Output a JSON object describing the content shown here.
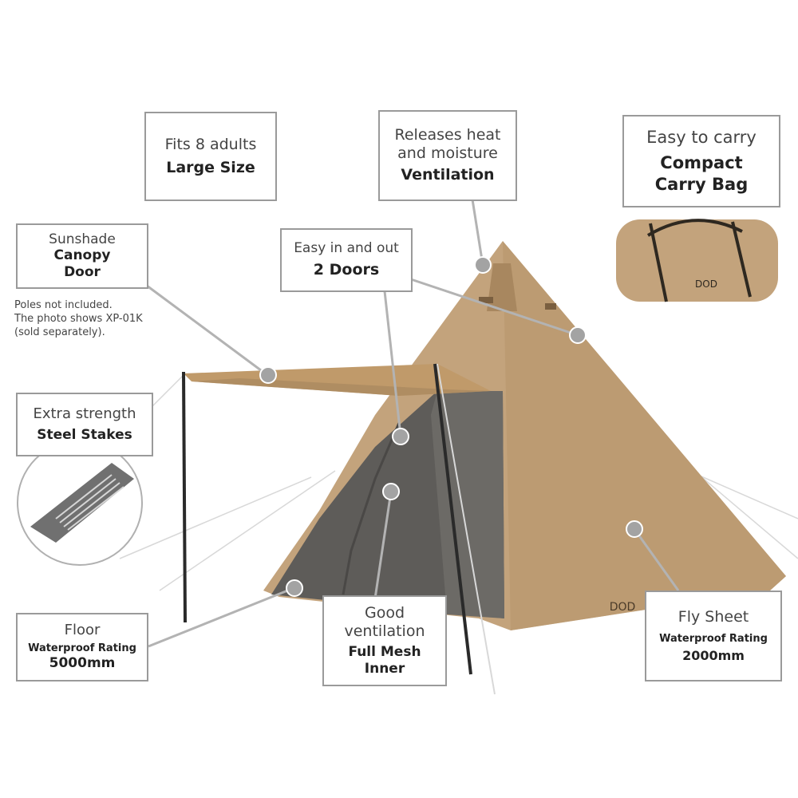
{
  "callouts": {
    "large_size": {
      "subtitle": "Fits 8 adults",
      "title": "Large Size"
    },
    "ventilation": {
      "subtitle_line1": "Releases heat",
      "subtitle_line2": "and moisture",
      "title": "Ventilation"
    },
    "carry_bag": {
      "subtitle": "Easy to carry",
      "title_line1": "Compact",
      "title_line2": "Carry Bag"
    },
    "canopy_door": {
      "subtitle": "Sunshade",
      "title_line1": "Canopy",
      "title_line2": "Door"
    },
    "two_doors": {
      "subtitle": "Easy in and out",
      "title": "2 Doors"
    },
    "steel_stakes": {
      "subtitle": "Extra strength",
      "title": "Steel Stakes"
    },
    "floor": {
      "subtitle": "Floor",
      "rating_label": "Waterproof Rating",
      "rating_value": "5000mm"
    },
    "mesh_inner": {
      "subtitle_line1": "Good",
      "subtitle_line2": "ventilation",
      "title_line1": "Full Mesh",
      "title_line2": "Inner"
    },
    "fly_sheet": {
      "subtitle": "Fly Sheet",
      "rating_label": "Waterproof Rating",
      "rating_value": "2000mm"
    }
  },
  "note": {
    "line1": "Poles not included.",
    "line2": "The photo shows XP-01K",
    "line3": "(sold separately)."
  },
  "brand": {
    "logo_text": "DOD"
  },
  "colors": {
    "tent_fabric": "#c3a37c",
    "tent_shadow": "#a8875f",
    "mesh": "#5e5c59",
    "marker": "#a3a3a3",
    "leader_line": "#b3b3b3",
    "callout_border": "#9a9a9a"
  }
}
